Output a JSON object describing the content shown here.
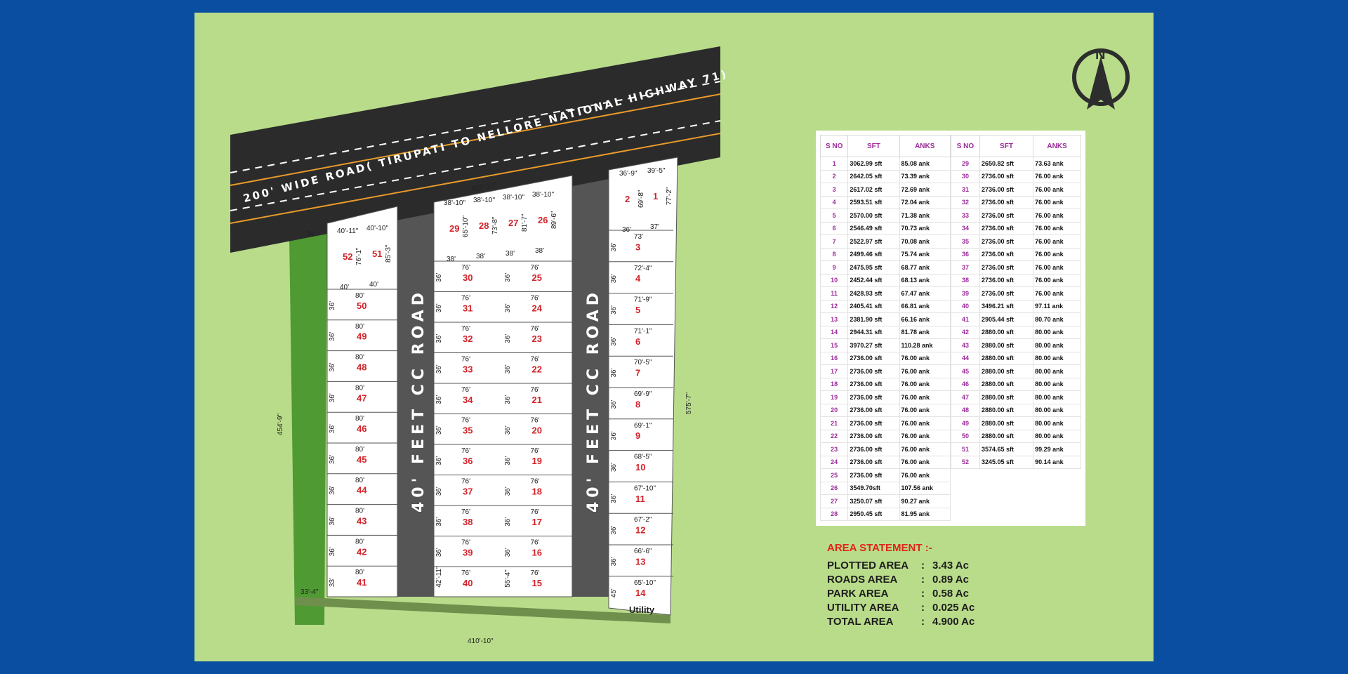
{
  "highway_label": "200' WIDE ROAD( TIRUPATI TO NELLORE NATIONAL HIGHWAY 71)",
  "internal_road_label": "40' FEET CC ROAD",
  "utility_label": "Utility",
  "north_label": "N",
  "boundary_dims": {
    "top": "428'-10\"",
    "left": "454'-9\"",
    "right": "575'-7\"",
    "bottom": "410'-10\"",
    "corner_left": "33'-4\"",
    "top_left": "34'"
  },
  "plots": {
    "col1": [
      {
        "no": "50",
        "w": "80'",
        "h": "36'"
      },
      {
        "no": "49",
        "w": "80'",
        "h": "36'"
      },
      {
        "no": "48",
        "w": "80'",
        "h": "36'"
      },
      {
        "no": "47",
        "w": "80'",
        "h": "36'"
      },
      {
        "no": "46",
        "w": "80'",
        "h": "36'"
      },
      {
        "no": "45",
        "w": "80'",
        "h": "36'"
      },
      {
        "no": "44",
        "w": "80'",
        "h": "36'"
      },
      {
        "no": "43",
        "w": "80'",
        "h": "36'"
      },
      {
        "no": "42",
        "w": "80'",
        "h": "36'"
      },
      {
        "no": "41",
        "w": "80'",
        "h": "33'"
      }
    ],
    "col2": [
      {
        "no": "30",
        "w": "76'",
        "h": "36'"
      },
      {
        "no": "31",
        "w": "76'",
        "h": "36'"
      },
      {
        "no": "32",
        "w": "76'",
        "h": "36'"
      },
      {
        "no": "33",
        "w": "76'",
        "h": "36'"
      },
      {
        "no": "34",
        "w": "76'",
        "h": "36'"
      },
      {
        "no": "35",
        "w": "76'",
        "h": "36'"
      },
      {
        "no": "36",
        "w": "76'",
        "h": "36'"
      },
      {
        "no": "37",
        "w": "76'",
        "h": "36'"
      },
      {
        "no": "38",
        "w": "76'",
        "h": "36'"
      },
      {
        "no": "39",
        "w": "76'",
        "h": "36'"
      },
      {
        "no": "40",
        "w": "76'",
        "h": "42'-11\""
      }
    ],
    "col3": [
      {
        "no": "25",
        "w": "76'",
        "h": "36'"
      },
      {
        "no": "24",
        "w": "76'",
        "h": "36'"
      },
      {
        "no": "23",
        "w": "76'",
        "h": "36'"
      },
      {
        "no": "22",
        "w": "76'",
        "h": "36'"
      },
      {
        "no": "21",
        "w": "76'",
        "h": "36'"
      },
      {
        "no": "20",
        "w": "76'",
        "h": "36'"
      },
      {
        "no": "19",
        "w": "76'",
        "h": "36'"
      },
      {
        "no": "18",
        "w": "76'",
        "h": "36'"
      },
      {
        "no": "17",
        "w": "76'",
        "h": "36'"
      },
      {
        "no": "16",
        "w": "76'",
        "h": "36'"
      },
      {
        "no": "15",
        "w": "76'",
        "h": "55'-4\""
      }
    ],
    "col4": [
      {
        "no": "3",
        "w": "73'",
        "h": "36'"
      },
      {
        "no": "4",
        "w": "72'-4\"",
        "h": "36'"
      },
      {
        "no": "5",
        "w": "71'-9\"",
        "h": "36'"
      },
      {
        "no": "6",
        "w": "71'-1\"",
        "h": "36'"
      },
      {
        "no": "7",
        "w": "70'-5\"",
        "h": "36'"
      },
      {
        "no": "8",
        "w": "69'-9\"",
        "h": "36'"
      },
      {
        "no": "9",
        "w": "69'-1\"",
        "h": "36'"
      },
      {
        "no": "10",
        "w": "68'-5\"",
        "h": "36'"
      },
      {
        "no": "11",
        "w": "67'-10\"",
        "h": "36'"
      },
      {
        "no": "12",
        "w": "67'-2\"",
        "h": "36'"
      },
      {
        "no": "13",
        "w": "66'-6\"",
        "h": "36'"
      },
      {
        "no": "14",
        "w": "65'-10\"",
        "h": "45'"
      }
    ],
    "front": [
      {
        "no": "52",
        "top": "40'-11\"",
        "bottom": "40'",
        "side": "76'-1\""
      },
      {
        "no": "51",
        "top": "40'-10\"",
        "bottom": "40'",
        "side": "85'-3\""
      },
      {
        "no": "29",
        "top": "38'-10\"",
        "bottom": "38'",
        "side": "65'-10\""
      },
      {
        "no": "28",
        "top": "38'-10\"",
        "bottom": "38'",
        "side": "73'-8\""
      },
      {
        "no": "27",
        "top": "38'-10\"",
        "bottom": "38'",
        "side": "81'-7\""
      },
      {
        "no": "26",
        "top": "38'-10\"",
        "bottom": "38'",
        "side": "89'-6\""
      },
      {
        "no": "2",
        "top": "36'-9\"",
        "bottom": "36'",
        "side": "69'-8\""
      },
      {
        "no": "1",
        "top": "39'-5\"",
        "bottom": "37'",
        "side": "77'-2\""
      }
    ]
  },
  "table": {
    "headers": [
      "S NO",
      "SFT",
      "ANKS",
      "S NO",
      "SFT",
      "ANKS"
    ],
    "left": [
      [
        "1",
        "3062.99 sft",
        "85.08 ank"
      ],
      [
        "2",
        "2642.05 sft",
        "73.39 ank"
      ],
      [
        "3",
        "2617.02  sft",
        "72.69 ank"
      ],
      [
        "4",
        "2593.51 sft",
        "72.04 ank"
      ],
      [
        "5",
        "2570.00 sft",
        "71.38 ank"
      ],
      [
        "6",
        "2546.49 sft",
        "70.73 ank"
      ],
      [
        "7",
        "2522.97 sft",
        "70.08 ank"
      ],
      [
        "8",
        "2499.46  sft",
        "75.74 ank"
      ],
      [
        "9",
        "2475.95 sft",
        "68.77 ank"
      ],
      [
        "10",
        "2452.44 sft",
        "68.13 ank"
      ],
      [
        "11",
        "2428.93 sft",
        "67.47 ank"
      ],
      [
        "12",
        "2405.41 sft",
        "66.81 ank"
      ],
      [
        "13",
        "2381.90 sft",
        "66.16 ank"
      ],
      [
        "14",
        "2944.31  sft",
        "81.78 ank"
      ],
      [
        "15",
        "3970.27 sft",
        "110.28 ank"
      ],
      [
        "16",
        "2736.00 sft",
        "76.00 ank"
      ],
      [
        "17",
        "2736.00 sft",
        "76.00 ank"
      ],
      [
        "18",
        "2736.00 sft",
        "76.00 ank"
      ],
      [
        "19",
        "2736.00 sft",
        "76.00 ank"
      ],
      [
        "20",
        "2736.00 sft",
        "76.00 ank"
      ],
      [
        "21",
        "2736.00 sft",
        "76.00 ank"
      ],
      [
        "22",
        "2736.00 sft",
        "76.00 ank"
      ],
      [
        "23",
        "2736.00 sft",
        "76.00 ank"
      ],
      [
        "24",
        "2736.00 sft",
        "76.00 ank"
      ],
      [
        "25",
        "2736.00 sft",
        "76.00 ank"
      ],
      [
        "26",
        "3549.70sft",
        "107.56 ank"
      ],
      [
        "27",
        "3250.07 sft",
        "90.27 ank"
      ],
      [
        "28",
        "2950.45 sft",
        "81.95 ank"
      ]
    ],
    "right": [
      [
        "29",
        "2650.82 sft",
        "73.63 ank"
      ],
      [
        "30",
        "2736.00 sft",
        "76.00 ank"
      ],
      [
        "31",
        "2736.00 sft",
        "76.00 ank"
      ],
      [
        "32",
        "2736.00 sft",
        "76.00 ank"
      ],
      [
        "33",
        "2736.00 sft",
        "76.00 ank"
      ],
      [
        "34",
        "2736.00 sft",
        "76.00 ank"
      ],
      [
        "35",
        "2736.00 sft",
        "76.00 ank"
      ],
      [
        "36",
        "2736.00 sft",
        "76.00 ank"
      ],
      [
        "37",
        "2736.00 sft",
        "76.00 ank"
      ],
      [
        "38",
        "2736.00 sft",
        "76.00 ank"
      ],
      [
        "39",
        "2736.00 sft",
        "76.00 ank"
      ],
      [
        "40",
        "3496.21 sft",
        "97.11 ank"
      ],
      [
        "41",
        "2905.44  sft",
        "80.70 ank"
      ],
      [
        "42",
        "2880.00 sft",
        "80.00 ank"
      ],
      [
        "43",
        "2880.00 sft",
        "80.00 ank"
      ],
      [
        "44",
        "2880.00 sft",
        "80.00 ank"
      ],
      [
        "45",
        "2880.00 sft",
        "80.00 ank"
      ],
      [
        "46",
        "2880.00 sft",
        "80.00 ank"
      ],
      [
        "47",
        "2880.00 sft",
        "80.00 ank"
      ],
      [
        "48",
        "2880.00 sft",
        "80.00 ank"
      ],
      [
        "49",
        "2880.00 sft",
        "80.00 ank"
      ],
      [
        "50",
        "2880.00 sft",
        "80.00 ank"
      ],
      [
        "51",
        "3574.65 sft",
        "99.29 ank"
      ],
      [
        "52",
        "3245.05 sft",
        "90.14 ank"
      ]
    ]
  },
  "area_statement": {
    "title": "AREA STATEMENT :-",
    "rows": [
      {
        "label": "PLOTTED AREA",
        "value": "3.43 Ac"
      },
      {
        "label": "ROADS AREA",
        "value": "0.89 Ac"
      },
      {
        "label": "PARK AREA",
        "value": "0.58 Ac"
      },
      {
        "label": "UTILITY AREA",
        "value": "0.025 Ac"
      },
      {
        "label": "TOTAL AREA",
        "value": "4.900 Ac"
      }
    ]
  },
  "colors": {
    "background": "#0a4ea1",
    "board": "#b9dc8a",
    "road": "#555555",
    "highway": "#2b2b2b",
    "plot_number": "#d2232a",
    "table_header": "#9c2a9a",
    "area_title": "#e1251b",
    "park": "#4f9a32"
  }
}
